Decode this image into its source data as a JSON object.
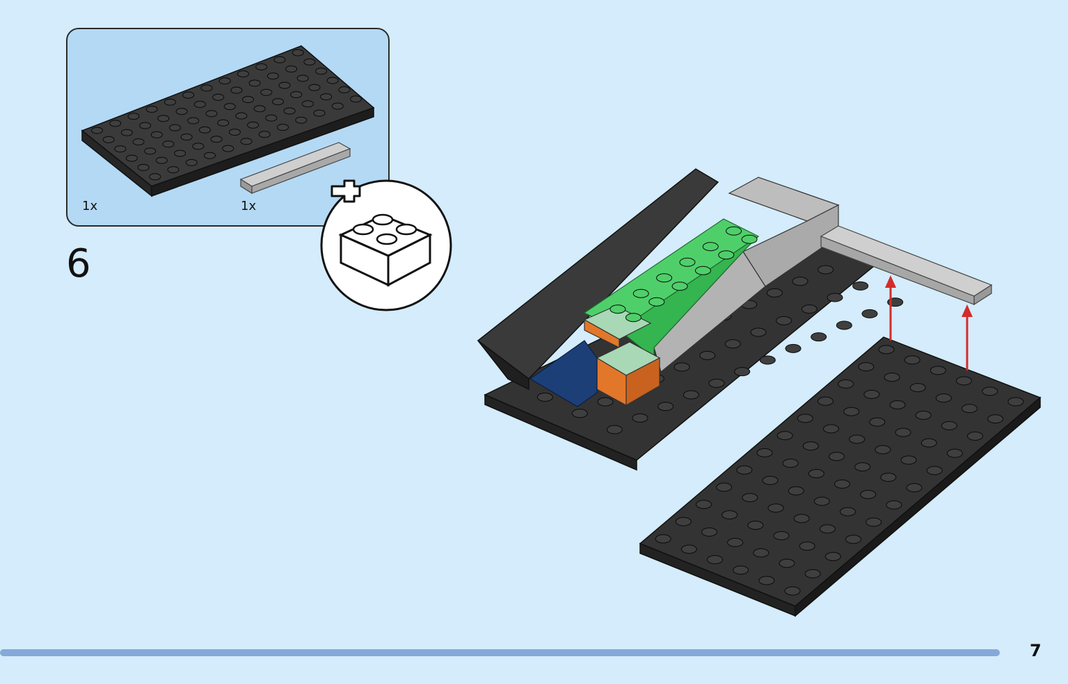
{
  "parts": [
    {
      "qty": "1x",
      "part": "black-plate-6x12"
    },
    {
      "qty": "1x",
      "part": "gray-tile-1x8"
    }
  ],
  "step": {
    "number": "6"
  },
  "page": {
    "number": "7"
  },
  "icons": {
    "add_brick": "plus-brick-icon",
    "arrow": "red-up-arrow"
  },
  "colors": {
    "background": "#d4ecfb",
    "parts_box": "#b4d9f4",
    "black_plate": "#2b2b2b",
    "stud_top": "#3b3b3b",
    "gray_tile": "#b9b9b9",
    "green": "#3fbf5a",
    "sand_green": "#9ccfad",
    "orange": "#e2772a",
    "blue": "#1d3f78",
    "arrow": "#d42b2b",
    "progress": "#85a9d8"
  }
}
